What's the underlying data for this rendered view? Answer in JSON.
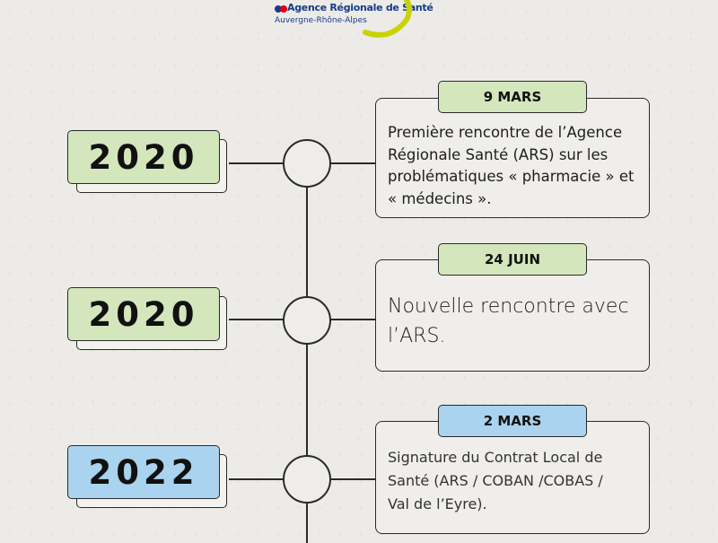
{
  "logo": {
    "name": "Agence Régionale de Santé",
    "region": "Auvergne-Rhône-Alpes",
    "colors": {
      "blue": "#173b8c",
      "red": "#e1000f",
      "accent": "#c8d400"
    }
  },
  "colors": {
    "green": "#d3e6bc",
    "blue": "#a9d3ee",
    "line": "#2a2a2a"
  },
  "events": [
    {
      "year": "2020",
      "date": "9 MARS",
      "text": "Première rencontre de l’Agence Régionale Santé (ARS) sur les problématiques « pharmacie » et « médecins ».",
      "color": "green"
    },
    {
      "year": "2020",
      "date": "24 JUIN",
      "text": "Nouvelle rencontre avec l’ARS.",
      "color": "green"
    },
    {
      "year": "2022",
      "date": "2 MARS",
      "text": "Signature du Contrat Local de Santé (ARS / COBAN /COBAS / Val de l’Eyre).",
      "color": "blue"
    }
  ]
}
